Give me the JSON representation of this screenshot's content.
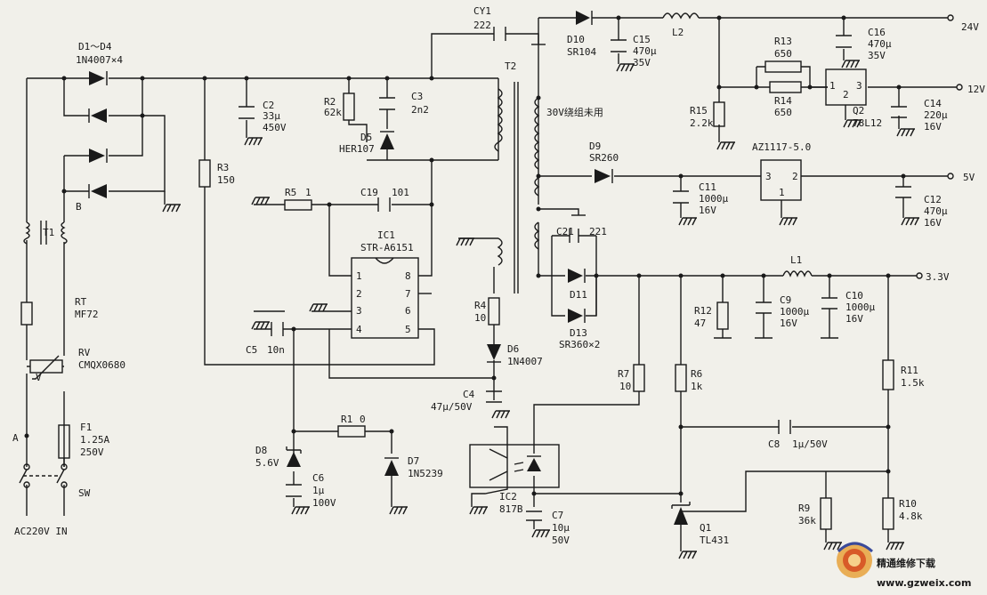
{
  "labels": {
    "d1_d4": "D1～D4",
    "d1_d4_val": "1N4007×4",
    "cy1": "CY1",
    "cy1_val": "222",
    "t2": "T2",
    "d10": "D10",
    "d10_val": "SR104",
    "c15": "C15",
    "c15_v1": "470µ",
    "c15_v2": "35V",
    "l2": "L2",
    "v24": "24V",
    "r13": "R13",
    "r13_val": "650",
    "r14": "R14",
    "r14_val": "650",
    "c16": "C16",
    "c16_v1": "470µ",
    "c16_v2": "35V",
    "q2": "Q2",
    "q2_val": "78L12",
    "q2_p1": "1",
    "q2_p2": "2",
    "q2_p3": "3",
    "v12": "12V",
    "c14": "C14",
    "c14_v1": "220µ",
    "c14_v2": "16V",
    "c2": "C2",
    "c2_v1": "33µ",
    "c2_v2": "450V",
    "r2": "R2",
    "r2_val": "62k",
    "c3": "C3",
    "c3_val": "2n2",
    "d5": "D5",
    "d5_val": "HER107",
    "winding_note": "30V绕组未用",
    "r15": "R15",
    "r15_val": "2.2k",
    "d9": "D9",
    "d9_val": "SR260",
    "az": "AZ1117-5.0",
    "az_p1": "1",
    "az_p2": "2",
    "az_p3": "3",
    "v5": "5V",
    "c11": "C11",
    "c11_v1": "1000µ",
    "c11_v2": "16V",
    "c12": "C12",
    "c12_v1": "470µ",
    "c12_v2": "16V",
    "r3": "R3",
    "r3_val": "150",
    "r5": "R5",
    "r5_val": "1",
    "c19": "C19",
    "c19_val": "101",
    "ic1": "IC1",
    "ic1_val": "STR-A6151",
    "pin1": "1",
    "pin2": "2",
    "pin3": "3",
    "pin4": "4",
    "pin5": "5",
    "pin6": "6",
    "pin7": "7",
    "pin8": "8",
    "b": "B",
    "t1": "T1",
    "c21": "C21",
    "c21_val": "221",
    "d11": "D11",
    "d13": "D13",
    "d13_val": "SR360×2",
    "l1": "L1",
    "v33": "3.3V",
    "r12": "R12",
    "r12_val": "47",
    "c9": "C9",
    "c9_v1": "1000µ",
    "c9_v2": "16V",
    "c10": "C10",
    "c10_v1": "1000µ",
    "c10_v2": "16V",
    "rt": "RT",
    "rt_val": "MF72",
    "r4": "R4",
    "r4_val": "10",
    "d6": "D6",
    "d6_val": "1N4007",
    "rv": "RV",
    "rv_val": "CMQX0680",
    "rv_v": "V",
    "c5": "C5",
    "c5_val": "10n",
    "r7": "R7",
    "r7_val": "10",
    "r6": "R6",
    "r6_val": "1k",
    "r11": "R11",
    "r11_val": "1.5k",
    "c4": "C4",
    "c4_val": "47µ/50V",
    "c8": "C8",
    "c8_val": "1µ/50V",
    "a": "A",
    "f1": "F1",
    "f1_v1": "1.25A",
    "f1_v2": "250V",
    "r1": "R1",
    "r1_val": "0",
    "d8": "D8",
    "d8_val": "5.6V",
    "d7": "D7",
    "d7_val": "1N5239",
    "c6": "C6",
    "c6_v1": "1µ",
    "c6_v2": "100V",
    "ic2": "IC2",
    "ic2_val": "817B",
    "c7": "C7",
    "c7_v1": "10µ",
    "c7_v2": "50V",
    "q1": "Q1",
    "q1_val": "TL431",
    "r9": "R9",
    "r9_val": "36k",
    "r10": "R10",
    "r10_val": "4.8k",
    "sw": "SW",
    "ac_in": "AC220V IN"
  },
  "watermark": {
    "cn": "精通维修下载",
    "url": "www.gzweix.com"
  },
  "colors": {
    "ink": "#1a1a1a",
    "paper": "#f1f0ea",
    "watermark_text": "#e03c22",
    "watermark_url": "#2f3f8a"
  }
}
